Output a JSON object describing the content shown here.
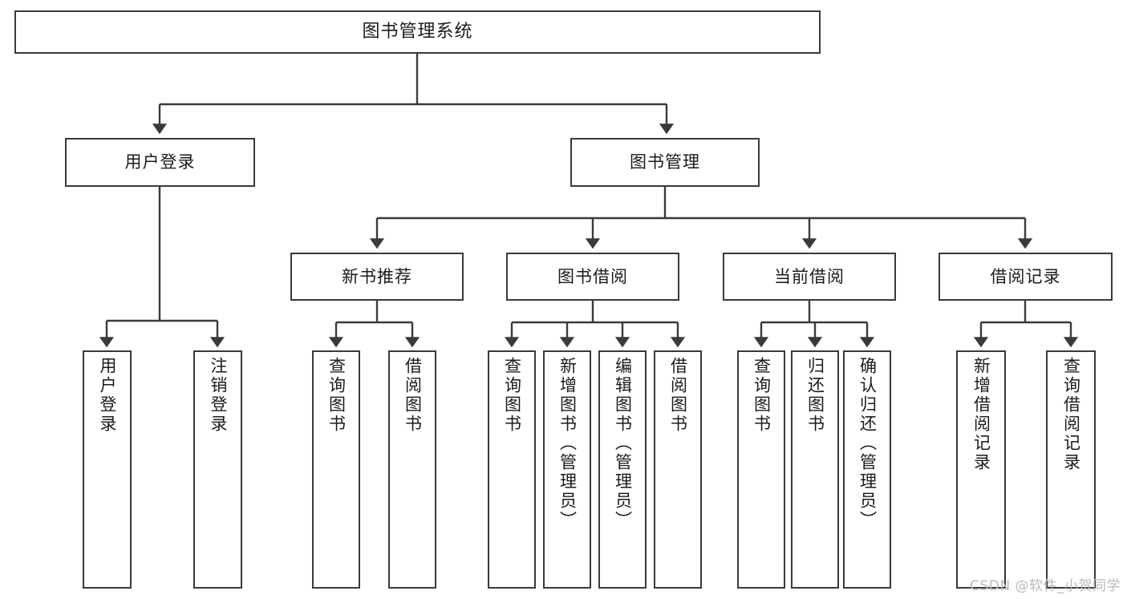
{
  "diagram": {
    "title": "图书管理系统",
    "type": "tree",
    "root": {
      "id": "root",
      "label": "图书管理系统"
    },
    "level2": [
      {
        "id": "user-login",
        "label": "用户登录"
      },
      {
        "id": "book-management",
        "label": "图书管理"
      }
    ],
    "level3": [
      {
        "id": "new-book-recommend",
        "label": "新书推荐",
        "parent": "book-management"
      },
      {
        "id": "book-borrow",
        "label": "图书借阅",
        "parent": "book-management"
      },
      {
        "id": "current-borrow",
        "label": "当前借阅",
        "parent": "book-management"
      },
      {
        "id": "borrow-record",
        "label": "借阅记录",
        "parent": "book-management"
      }
    ],
    "leaves": [
      {
        "id": "leaf-user-login",
        "label": "用户登录",
        "parent": "user-login"
      },
      {
        "id": "leaf-logout-login",
        "label": "注销登录",
        "parent": "user-login"
      },
      {
        "id": "leaf-query-book-1",
        "label": "查询图书",
        "parent": "new-book-recommend"
      },
      {
        "id": "leaf-borrow-book-1",
        "label": "借阅图书",
        "parent": "new-book-recommend"
      },
      {
        "id": "leaf-query-book-2",
        "label": "查询图书",
        "parent": "book-borrow"
      },
      {
        "id": "leaf-add-book",
        "label": "新增图书（管理员）",
        "parent": "book-borrow"
      },
      {
        "id": "leaf-edit-book",
        "label": "编辑图书（管理员）",
        "parent": "book-borrow"
      },
      {
        "id": "leaf-borrow-book-2",
        "label": "借阅图书",
        "parent": "book-borrow"
      },
      {
        "id": "leaf-query-book-3",
        "label": "查询图书",
        "parent": "current-borrow"
      },
      {
        "id": "leaf-return-book",
        "label": "归还图书",
        "parent": "current-borrow"
      },
      {
        "id": "leaf-confirm-return",
        "label": "确认归还（管理员）",
        "parent": "current-borrow"
      },
      {
        "id": "leaf-add-borrow-record",
        "label": "新增借阅记录",
        "parent": "borrow-record"
      },
      {
        "id": "leaf-query-borrow-record",
        "label": "查询借阅记录",
        "parent": "borrow-record"
      }
    ]
  },
  "watermark": {
    "text": "CSDN @软件_小贺同学"
  },
  "colors": {
    "border": "#3a3a3a",
    "background": "#ffffff",
    "text": "#1b1b1b",
    "watermark": "#b9b9b9"
  }
}
